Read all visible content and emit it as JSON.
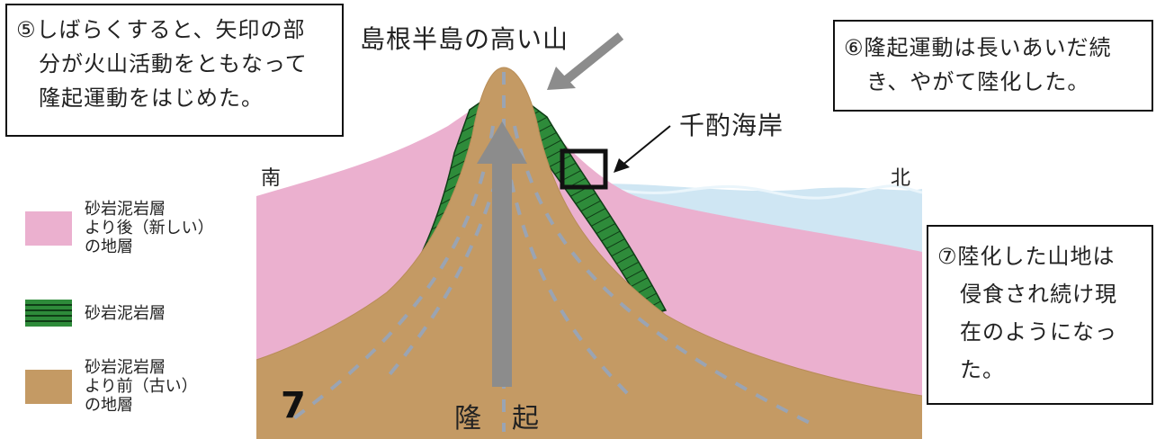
{
  "header": {
    "title": "島根半島の高い山"
  },
  "labels": {
    "senzaki": "千酌海岸",
    "south": "南",
    "north": "北",
    "step_number": "7",
    "uplift": "隆　起"
  },
  "captions": {
    "step5": [
      "⑤しばらくすると、矢印の部",
      "　分が火山活動をともなって",
      "　隆起運動をはじめた。"
    ],
    "step6": [
      "⑥隆起運動は長いあいだ続",
      "　き、やがて陸化した。"
    ],
    "step7": [
      "⑦陸化した山地は",
      "　侵食され続け現",
      "　在のようになっ",
      "　た。"
    ]
  },
  "legend": [
    {
      "text": "砂岩泥岩層\nより後（新しい）\nの地層",
      "color": "#ebb0cf"
    },
    {
      "text": "砂岩泥岩層",
      "color": "#2e8b3a"
    },
    {
      "text": "砂岩泥岩層\nより前（古い）\nの地層",
      "color": "#c49a64"
    }
  ],
  "colors": {
    "pink_layer": "#ebb0cf",
    "green_layer": "#2e8b3a",
    "brown_layer": "#c49a64",
    "sea": "#cfe6f3",
    "arrow": "#8c8c8c"
  }
}
